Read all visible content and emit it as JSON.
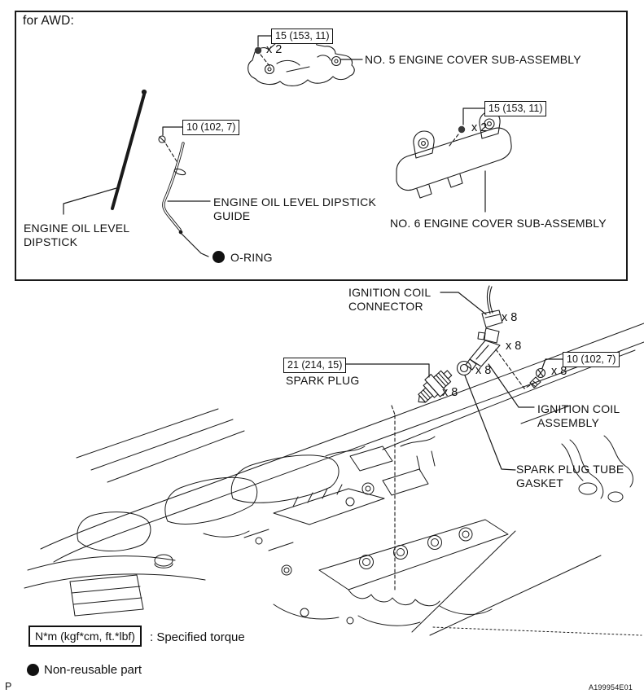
{
  "colors": {
    "line": "#1a1a1a",
    "background": "#ffffff"
  },
  "awd": {
    "title": "for AWD:",
    "torque_no5": "15 (153, 11)",
    "count_no5": "x 2",
    "label_no5": "NO. 5 ENGINE COVER SUB-ASSEMBLY",
    "torque_no6": "15 (153, 11)",
    "count_no6": "x 2",
    "label_no6": "NO. 6 ENGINE COVER SUB-ASSEMBLY",
    "torque_guide_bolt": "10 (102, 7)",
    "label_dipstick": {
      "line1": "ENGINE OIL LEVEL",
      "line2": "DIPSTICK"
    },
    "label_guide": {
      "line1": "ENGINE OIL LEVEL DIPSTICK",
      "line2": "GUIDE"
    },
    "label_o_ring": "O-RING"
  },
  "ignition": {
    "label_connector": {
      "line1": "IGNITION COIL",
      "line2": "CONNECTOR"
    },
    "count_connector": "x 8",
    "count_coil": "x 8",
    "label_assembly": {
      "line1": "IGNITION COIL",
      "line2": "ASSEMBLY"
    },
    "torque_plug": "21 (214, 15)",
    "label_plug": "SPARK PLUG",
    "count_plug": "x 8",
    "label_gasket": {
      "line1": "SPARK PLUG TUBE",
      "line2": "GASKET"
    },
    "count_gasket": "x 8",
    "torque_coil_bolt": "10 (102, 7)",
    "count_coil_bolt": "x 8"
  },
  "legend": {
    "torque_units": "N*m (kgf*cm, ft.*lbf)",
    "torque_desc": ": Specified torque",
    "non_reusable": "Non-reusable part"
  },
  "footer": {
    "page_marker": "P",
    "figure_id": "A199954E01"
  }
}
